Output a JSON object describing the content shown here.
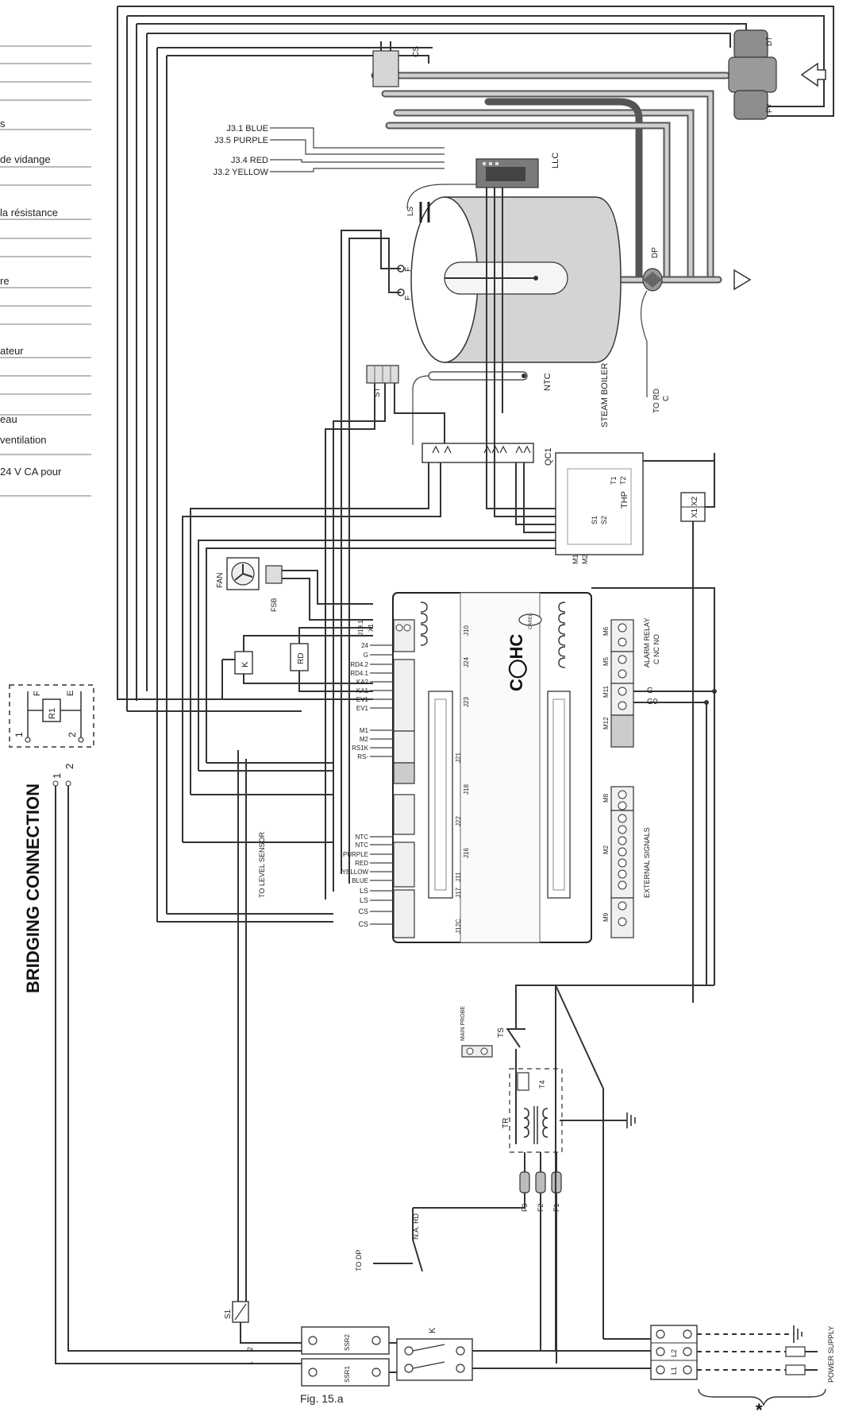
{
  "left_legend_fragments": [
    "s",
    "de vidange",
    "la résistance",
    "re",
    "ateur",
    "eau",
    "ventilation",
    "24 V CA pour"
  ],
  "bridging": {
    "title": "BRIDGING CONNECTION",
    "pin1": "1",
    "pin2": "2",
    "r1": "R1",
    "f": "F",
    "e": "E"
  },
  "jumpers": [
    "J3.1 BLUE",
    "J3.5 PURPLE",
    "J3.4 RED",
    "J3.2 YELLOW"
  ],
  "components": {
    "cs": "CS",
    "dt": "DT",
    "fv": "FV",
    "llc": "LLC",
    "ls": "LS",
    "f": "F",
    "dp": "DP",
    "ntc": "NTC",
    "st": "ST",
    "steam_boiler": "STEAM BOILER",
    "to_rd": "TO RD",
    "c": "C",
    "qc1": "QC1",
    "thp": "THP",
    "x1x2": "X1 X2",
    "fan": "FAN",
    "fsb": "FSB",
    "k": "K",
    "rd": "RD",
    "ts": "TS",
    "main_probe": "MAIN PROBE",
    "t4": "T4",
    "tr": "TR",
    "f1": "F1",
    "f2": "F2",
    "f3": "F3",
    "to_dp": "TO DP",
    "na_rd": "N.A. RD",
    "s1": "S1",
    "ssr1": "SSR1",
    "ssr2": "SSR2",
    "k2": "K",
    "l1": "L1",
    "l2": "L2",
    "power_supply": "POWER SUPPLY",
    "to_level_sensor": "TO LEVEL SENSOR",
    "asterisk": "*"
  },
  "thp_terminals": [
    "M1",
    "M2",
    "S1",
    "S2",
    "T1",
    "T2"
  ],
  "controller": {
    "brand": "CAREL",
    "logo": "C◯HC",
    "left_terminals": [
      "24",
      "G",
      "RD4.2",
      "RD4.1",
      "KA2",
      "KA1",
      "EV1",
      "EV1",
      "M1",
      "M2",
      "RS1K",
      "RS-",
      "NTC",
      "NTC",
      "PURPLE",
      "RED",
      "YELLOW",
      "BLUE",
      "LS",
      "LS",
      "CS",
      "CS"
    ],
    "connectors": [
      "J19.1",
      "X1",
      "J24",
      "J10",
      "J23",
      "J21",
      "J18",
      "J22",
      "J16",
      "J11",
      "J17",
      "J12C",
      "M6",
      "M5",
      "M11",
      "M12",
      "M8",
      "M2",
      "M9"
    ],
    "alarm_relay": "ALARM RELAY",
    "alarm_contacts": "C NC NO",
    "g": "G",
    "g0": "G0",
    "external_signals": "EXTERNAL SIGNALS"
  },
  "caption": "Fig. 15.a"
}
